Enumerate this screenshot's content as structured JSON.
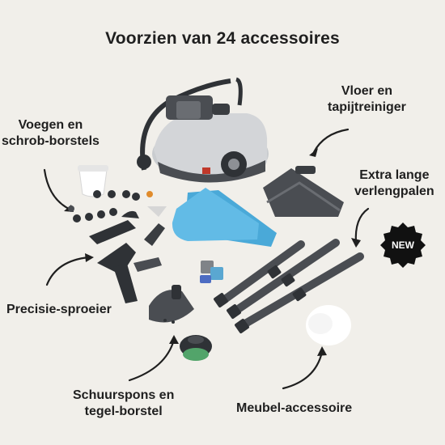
{
  "title": "Voorzien van 24 accessoires",
  "labels": {
    "vloer_line1": "Vloer en",
    "vloer_line2": "tapijtreiniger",
    "voegen_line1": "Voegen en",
    "voegen_line2": "schrob-borstels",
    "extra_line1": "Extra lange",
    "extra_line2": "verlengpalen",
    "precisie": "Precisie-sproeier",
    "schuur_line1": "Schuurspons en",
    "schuur_line2": "tegel-borstel",
    "meubel": "Meubel-accessoire"
  },
  "badge": {
    "text": "NEW",
    "color": "#111111"
  },
  "colors": {
    "background": "#f1efea",
    "product_grey": "#4a4d52",
    "body_light": "#c9cccf",
    "pad_blue": "#55b3e0"
  }
}
